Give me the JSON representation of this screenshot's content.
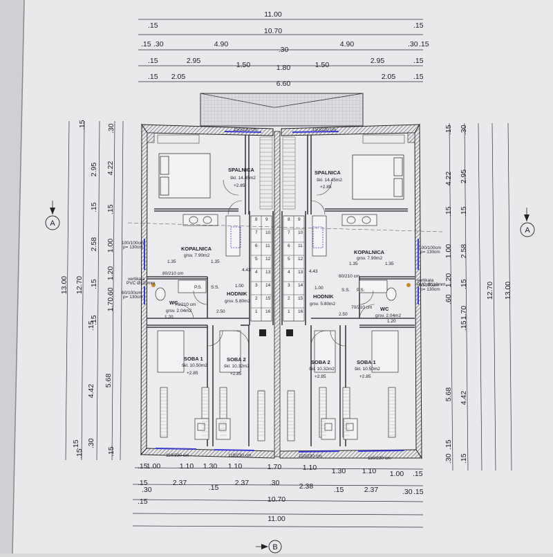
{
  "dims": {
    "top_total": "11.00",
    "top_inner": "10.70",
    "top_wall_a": ".15",
    "top_wall_b": ".15",
    "row3": [
      ".15",
      ".30",
      "4.90",
      ".30",
      "4.90",
      ".30",
      ".15"
    ],
    "row4": [
      ".15",
      "2.95",
      "1.50",
      "1.80",
      "1.50",
      "2.95",
      ".15"
    ],
    "row5": [
      ".15",
      "2.05",
      "6.60",
      "2.05",
      ".15"
    ],
    "bot1": [
      ".15",
      "1.00",
      "1.10",
      "1.30",
      "1.10",
      "1.70",
      "1.10",
      "1.30",
      "1.10",
      "1.00",
      ".15"
    ],
    "bot2": [
      ".15",
      ".30",
      "2.37",
      ".15",
      "2.37",
      ".30",
      "2.38",
      ".15",
      "2.37",
      ".30",
      ".15"
    ],
    "bot_wall": ".15",
    "bot_inner": "10.70",
    "bot_total": "11.00",
    "left_total": "13.00",
    "left_inner": "12.70",
    "left_col3": [
      ".15",
      "4.22",
      ".15",
      "1.00",
      "1.20",
      "1.70",
      ".15",
      "4.42",
      ".15",
      ".30"
    ],
    "left_col4": [
      ".30",
      ".15",
      "2.95",
      ".15",
      "2.58",
      ".15",
      ".60",
      ".15",
      "5.68",
      ".15"
    ],
    "right_total": "13.00",
    "right_inner": "12.70",
    "right_col1": [
      ".15",
      "4.22",
      ".15",
      "1.00",
      "1.20",
      "1.70",
      ".15",
      "4.42",
      ".30",
      ".15"
    ],
    "right_col2": [
      ".30",
      "2.95",
      ".15",
      "2.58",
      ".15",
      ".60",
      "5.68",
      ".15"
    ]
  },
  "axes": {
    "a_left": "A",
    "a_right": "A",
    "b_bottom": "B"
  },
  "rooms": {
    "spalnica_l": {
      "name": "SPALNICA",
      "area": "škl. 14.45m2",
      "level": "+2.85"
    },
    "spalnica_r": {
      "name": "SPALNICA",
      "area": "škl. 14.45m2",
      "level": "+2.85"
    },
    "kopalnica_l": {
      "name": "KOPALNICA",
      "area": "grsv. 7.90m2"
    },
    "kopalnica_r": {
      "name": "KOPALNICA",
      "area": "grsv. 7.90m2"
    },
    "hodnik_l": {
      "name": "HODNIK",
      "area": "grsv. 5.80m2"
    },
    "hodnik_r": {
      "name": "HODNIK",
      "area": "grsv. 5.80m2"
    },
    "wc_l": {
      "name": "WC",
      "area": "grsv. 2.04m2"
    },
    "wc_r": {
      "name": "WC",
      "area": "grsv. 2.04m2"
    },
    "soba1_l": {
      "name": "SOBA 1",
      "area": "škl. 10.50m2",
      "level": "+2.85"
    },
    "soba2_l": {
      "name": "SOBA 2",
      "area": "škl. 10.32m2",
      "level": "+2.85"
    },
    "soba2_r": {
      "name": "SOBA 2",
      "area": "škl. 10.32m2",
      "level": "+2.85"
    },
    "soba1_r": {
      "name": "SOBA 1",
      "area": "škl. 10.50m2",
      "level": "+2.85"
    }
  },
  "openings": {
    "win_top_l": "150/230 cm",
    "win_top_r": "150/230 cm",
    "win_bot_1": "110/230 cm",
    "win_bot_2": "110/230 cm",
    "win_bot_3": "110/230 cm",
    "win_bot_4": "110/230 cm",
    "win_side_l": "100/100cm",
    "win_side_l2": "p= 130cm",
    "win_side_l3": "60/100cm",
    "win_side_l4": "p= 130cm",
    "win_side_r": "100/100cm",
    "win_side_r2": "p= 130cm",
    "win_side_r3": "60/100cm",
    "win_side_r4": "p= 130cm",
    "door_80_l": "80/210 cm",
    "door_80_r": "80/210 cm",
    "door_70_l": "70/210 cm",
    "door_70_r": "70/210 cm",
    "vert_l": "vertikala",
    "vert_l2": "PVC Ø110mm",
    "vert_r": "vertikala",
    "vert_r2": "PVC Ø110mm"
  },
  "inner_dims": {
    "k1": "1.35",
    "k2": "1.35",
    "k3": "1.35",
    "k4": "1.35",
    "h1": "1.00",
    "h2": "1.00",
    "s1": "2.50",
    "s2": "2.50",
    "w1": "1.20",
    "w2": "1.20",
    "st1": "4.43",
    "st2": "4.43",
    "ps1": "P.S.",
    "ss1": "S.S.",
    "ps2": "P.S.",
    "ss2": "S.S."
  },
  "stairs": {
    "left_steps": [
      "1",
      "2",
      "3",
      "4",
      "5",
      "6",
      "7",
      "8",
      "9",
      "10",
      "11",
      "12",
      "13",
      "14",
      "15",
      "16"
    ],
    "right_steps": [
      "1",
      "2",
      "3",
      "4",
      "5",
      "6",
      "7",
      "8",
      "9",
      "10",
      "11",
      "12",
      "13",
      "14",
      "15",
      "16"
    ]
  }
}
